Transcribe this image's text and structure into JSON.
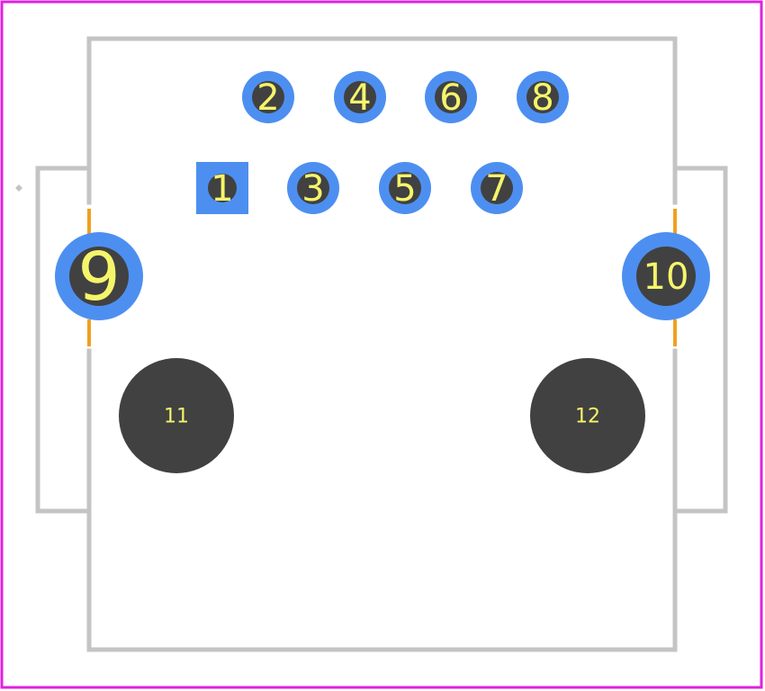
{
  "colors": {
    "boundary": "#e020e0",
    "silkscreen": "#c4c4c4",
    "pad_copper": "#4d8ff0",
    "drill": "#414141",
    "label": "#f5f56b",
    "keepout": "#f0a020"
  },
  "pins": [
    {
      "id": "1",
      "label": "1",
      "shape": "square"
    },
    {
      "id": "2",
      "label": "2",
      "shape": "round"
    },
    {
      "id": "3",
      "label": "3",
      "shape": "round"
    },
    {
      "id": "4",
      "label": "4",
      "shape": "round"
    },
    {
      "id": "5",
      "label": "5",
      "shape": "round"
    },
    {
      "id": "6",
      "label": "6",
      "shape": "round"
    },
    {
      "id": "7",
      "label": "7",
      "shape": "round"
    },
    {
      "id": "8",
      "label": "8",
      "shape": "round"
    },
    {
      "id": "9",
      "label": "9",
      "shape": "round-large"
    },
    {
      "id": "10",
      "label": "10",
      "shape": "round-large"
    },
    {
      "id": "11",
      "label": "11",
      "shape": "hole"
    },
    {
      "id": "12",
      "label": "12",
      "shape": "hole"
    }
  ]
}
